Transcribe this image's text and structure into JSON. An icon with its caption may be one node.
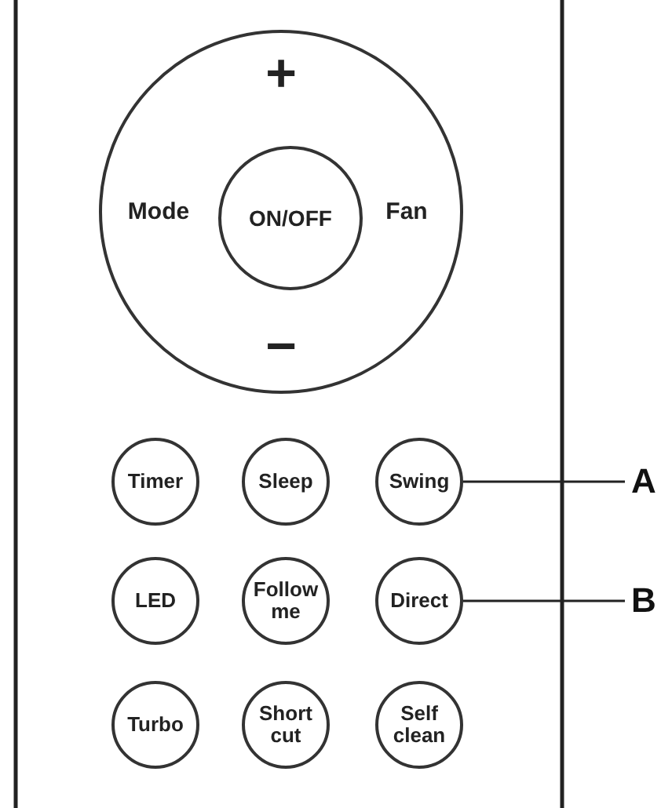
{
  "diagram": {
    "nodes": [
      {
        "text": [
          "+",
          "Mode",
          "Fan",
          "−"
        ]
      },
      {
        "text": [
          "ON/OFF"
        ],
        "in": 0
      },
      {
        "text": [
          "Timer"
        ]
      },
      {
        "text": [
          "Sleep"
        ]
      },
      {
        "text": [
          "Swing"
        ]
      },
      {
        "text": [
          "LED"
        ]
      },
      {
        "text": [
          "Follow me"
        ]
      },
      {
        "text": [
          "Direct"
        ]
      },
      {
        "text": [
          "Turbo"
        ]
      },
      {
        "text": [
          "Short cut"
        ]
      },
      {
        "text": [
          "Self clean"
        ]
      },
      {
        "text": [
          "A"
        ]
      },
      {
        "text": [
          "B"
        ]
      }
    ],
    "edges": [
      {
        "from": 11,
        "to": 4,
        "arrow": "none"
      },
      {
        "from": 12,
        "to": 7,
        "arrow": "none"
      }
    ]
  }
}
